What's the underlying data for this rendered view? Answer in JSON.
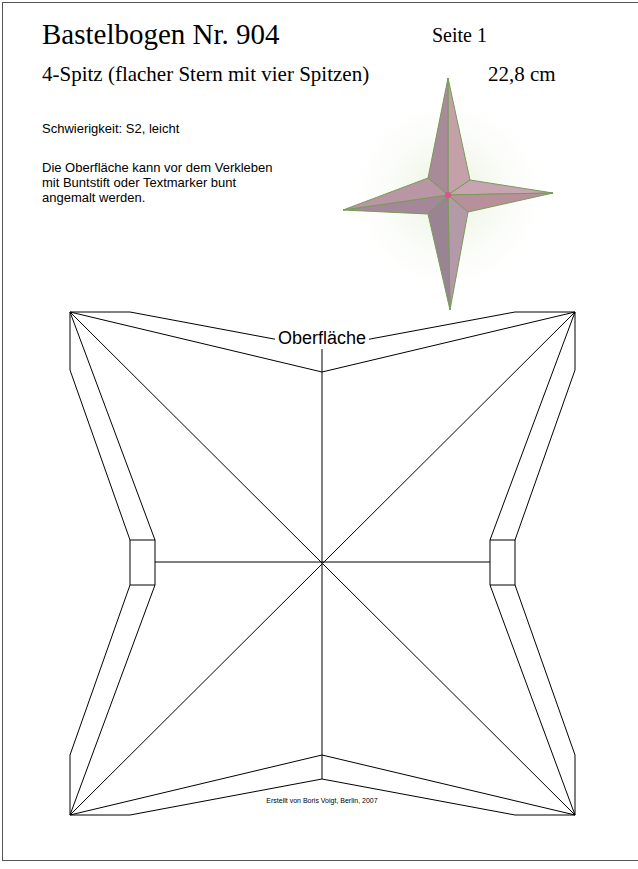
{
  "diagram": {
    "title": "Bastelbogen Nr. 904",
    "labels": [
      "Seite 1",
      "4-Spitz (flacher Stern mit vier Spitzen)",
      "22,8 cm",
      "Schwierigkeit: S2, leicht",
      "Die Oberfläche kann vor dem Verkleben mit Buntstift oder Textmarker bunt angemalt werden.",
      "Oberfläche",
      "Erstellt von Boris Voigt, Berlin, 2007"
    ]
  }
}
